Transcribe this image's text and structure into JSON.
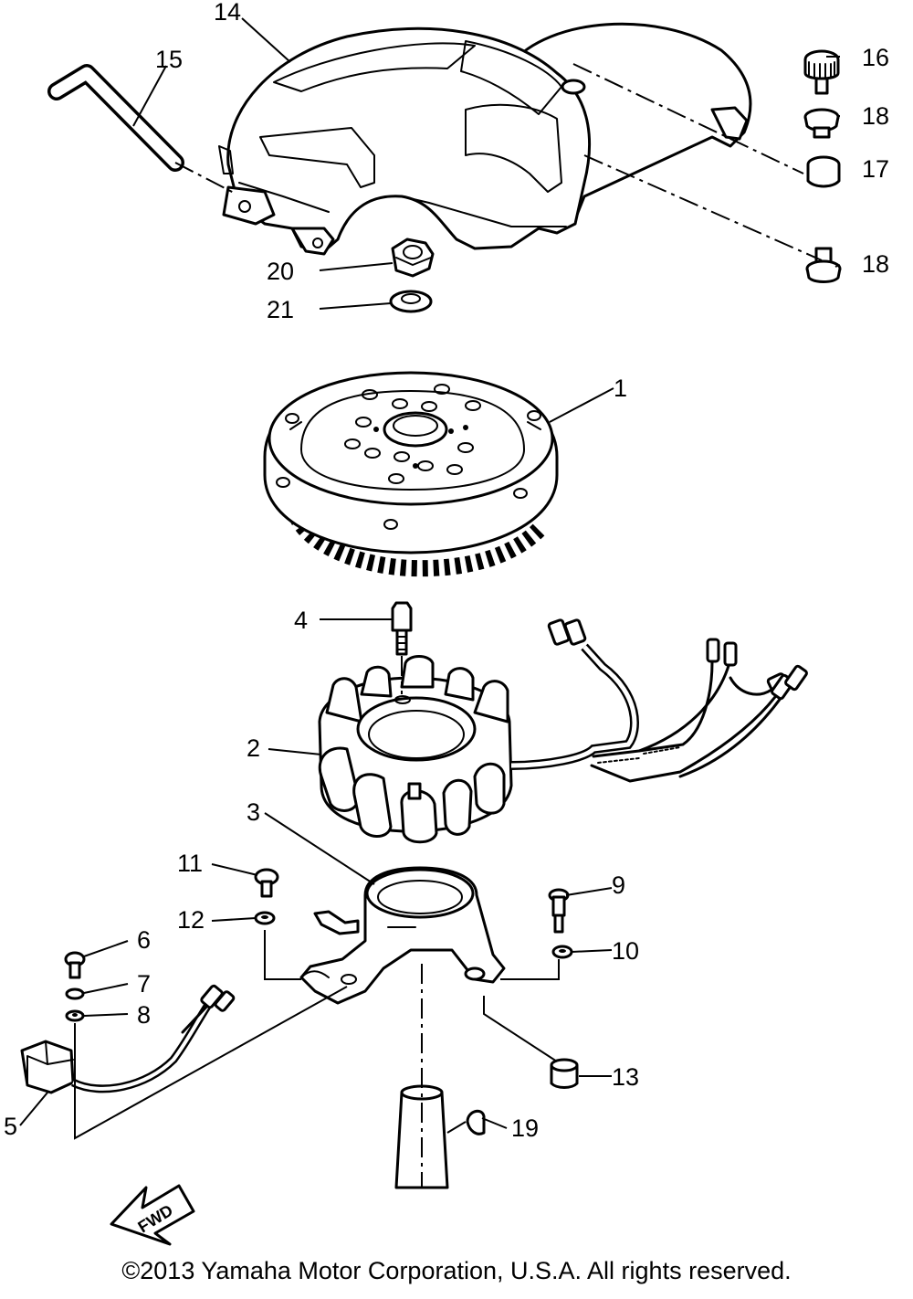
{
  "callouts": {
    "c1": "1",
    "c2": "2",
    "c3": "3",
    "c4": "4",
    "c5": "5",
    "c6": "6",
    "c7": "7",
    "c8": "8",
    "c9": "9",
    "c10": "10",
    "c11": "11",
    "c12": "12",
    "c13": "13",
    "c14": "14",
    "c15": "15",
    "c16": "16",
    "c17": "17",
    "c18a": "18",
    "c18b": "18",
    "c19": "19",
    "c20": "20",
    "c21": "21"
  },
  "fwd_label": "FWD",
  "copyright": "©2013 Yamaha Motor Corporation, U.S.A. All rights reserved."
}
